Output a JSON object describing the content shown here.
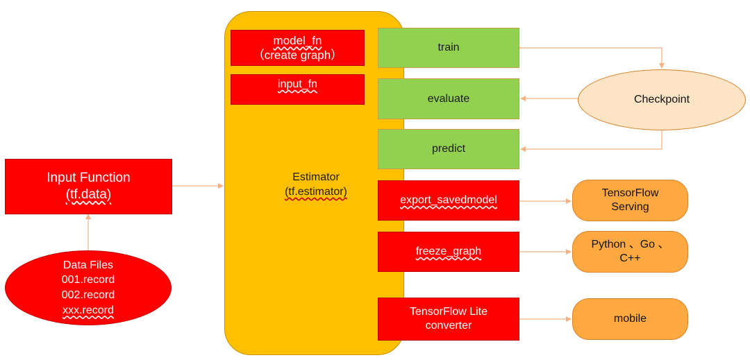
{
  "diagram": {
    "estimator": {
      "line1": "Estimator",
      "line2": "(tf.estimator)"
    },
    "model_fn": {
      "line1": "model_fn",
      "line2": "（create graph）"
    },
    "input_fn": "input_fn",
    "input_function": {
      "line1": "Input Function",
      "line2": "(tf.data)"
    },
    "data_files": {
      "title": "Data Files",
      "files": [
        "001.record",
        "002.record",
        "xxx.record"
      ]
    },
    "modes": {
      "train": "train",
      "evaluate": "evaluate",
      "predict": "predict"
    },
    "exports": {
      "export_savedmodel": "export_savedmodel",
      "freeze_graph": "freeze_graph",
      "tflite": {
        "line1": "TensorFlow Lite",
        "line2": "converter"
      }
    },
    "checkpoint": "Checkpoint",
    "targets": {
      "serving": {
        "line1": "TensorFlow",
        "line2": "Serving"
      },
      "languages": {
        "line1": "Python 、Go 、",
        "line2": "C++"
      },
      "mobile": "mobile"
    },
    "colors": {
      "red": "#ff0000",
      "estimator": "#ffc000",
      "green": "#92d050",
      "target": "#ffa940",
      "checkpoint": "#fce4c4",
      "arrow": "#f4b183"
    }
  }
}
